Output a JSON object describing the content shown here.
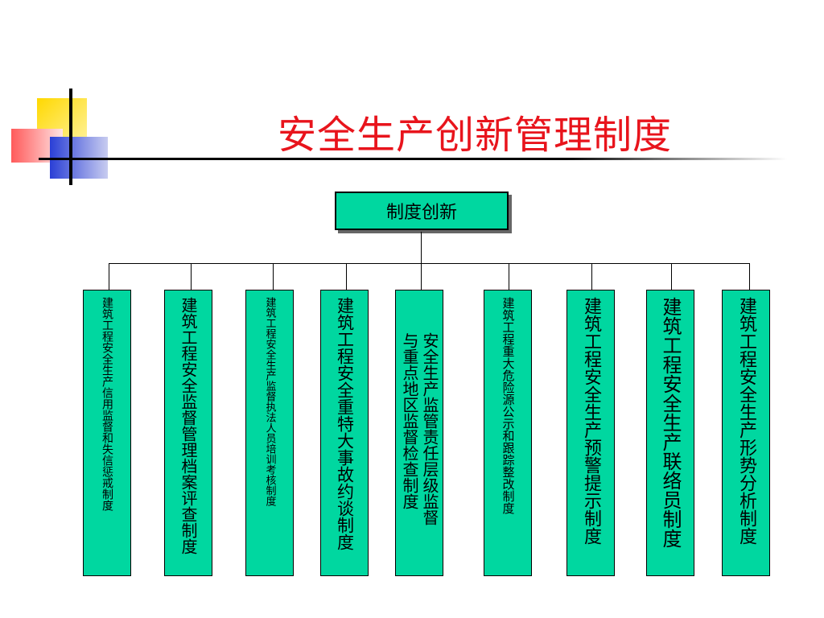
{
  "slide": {
    "title": "安全生产创新管理制度"
  },
  "root": {
    "label": "制度创新"
  },
  "items": [
    {
      "label": "建筑工程安全生产信用监督和失信惩戒制度"
    },
    {
      "label": "建筑工程安全监督管理档案评查制度"
    },
    {
      "label": "建筑工程安全生产监督执法人员培训考核制度"
    },
    {
      "label": "建筑工程安全重特大事故约谈制度"
    },
    {
      "label": "安全生产监管责任层级监督与重点地区监督检查制度"
    },
    {
      "label": "建筑工程重大危险源公示和跟踪整改制度"
    },
    {
      "label": "建筑工程安全生产预警提示制度"
    },
    {
      "label": "建筑工程安全生产联络员制度"
    },
    {
      "label": "建筑工程安全生产形势分析制度"
    }
  ],
  "colors": {
    "title": "#e8141c",
    "box_fill": "#00d7a0",
    "deco_yellow": "#ffd800",
    "deco_blue": "#2a3fd6",
    "deco_red": "#ff5a5a"
  }
}
